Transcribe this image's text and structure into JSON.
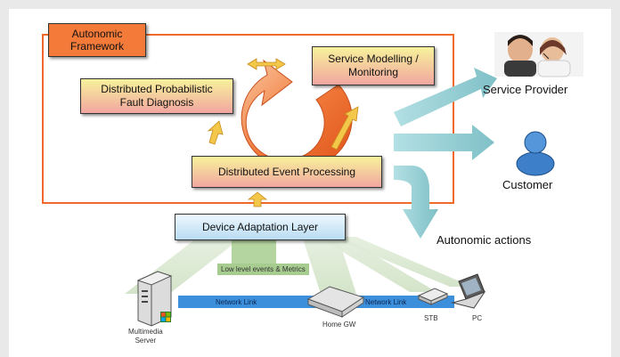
{
  "framework": {
    "label_line1": "Autonomic",
    "label_line2": "Framework"
  },
  "boxes": {
    "fault_line1": "Distributed Probabilistic",
    "fault_line2": "Fault Diagnosis",
    "service_line1": "Service Modelling /",
    "service_line2": "Monitoring",
    "event": "Distributed Event Processing",
    "adaptation": "Device Adaptation Layer"
  },
  "actors": {
    "provider": "Service Provider",
    "customer": "Customer",
    "actions": "Autonomic actions"
  },
  "network": {
    "events_metrics": "Low level events & Metrics",
    "link_left": "Network Link",
    "link_right": "Network Link",
    "server_line1": "Multimedia",
    "server_line2": "Server",
    "home_gw": "Home GW",
    "stb": "STB",
    "pc": "PC"
  },
  "colors": {
    "framework_border": "#f0692b",
    "framework_label_bg": "#f47a3a",
    "box_gradient_top": "#f7f29b",
    "box_gradient_bottom": "#f2a6a0",
    "adaptation_top": "#eef8ff",
    "adaptation_bottom": "#b9dcf2",
    "teal_arrow": "#8fc9cf",
    "link_bar": "#3c8fdb",
    "cycle": "#f06b2a",
    "small_arrow": "#f2c74a"
  },
  "icons": [
    "server-icon",
    "router-icon",
    "stb-icon",
    "laptop-icon",
    "customer-icon",
    "people-photo"
  ]
}
